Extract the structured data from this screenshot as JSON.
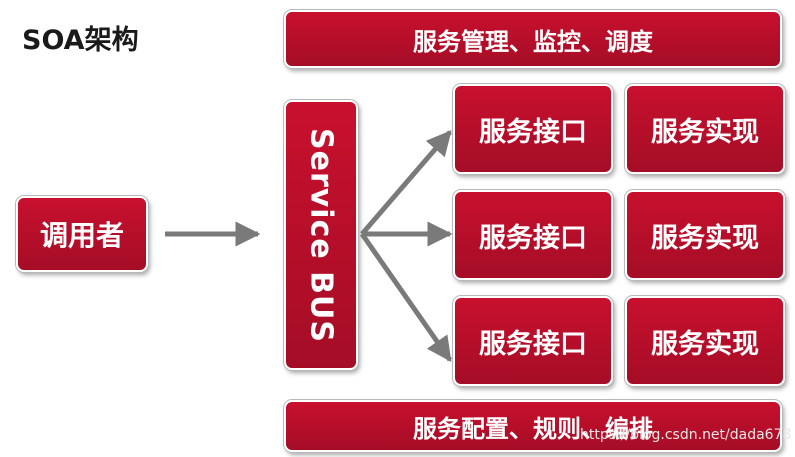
{
  "title": "SOA架构",
  "top_bar": "服务管理、监控、调度",
  "bottom_bar": "服务配置、规则、编排",
  "caller": "调用者",
  "bus": "Service BUS",
  "rows": [
    {
      "interface": "服务接口",
      "implementation": "服务实现"
    },
    {
      "interface": "服务接口",
      "implementation": "服务实现"
    },
    {
      "interface": "服务接口",
      "implementation": "服务实现"
    }
  ],
  "watermark": "https://blog.csdn.net/dada678",
  "colors": {
    "box": "#c8102e",
    "arrow": "#7a7a7a"
  }
}
